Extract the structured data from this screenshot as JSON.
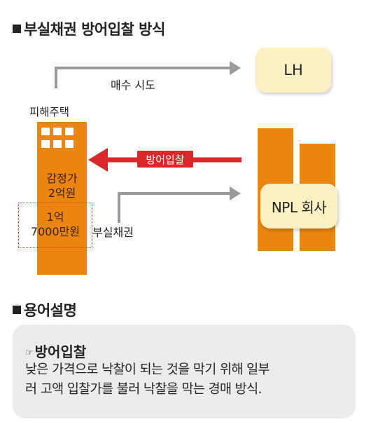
{
  "sections": {
    "method_title": "부실채권 방어입찰 방식",
    "glossary_title": "용어설명"
  },
  "diagram": {
    "lh_label": "LH",
    "purchase_attempt_label": "매수 시도",
    "victim_house_label": "피해주택",
    "appraisal_label": "감정가",
    "appraisal_value": "2억원",
    "debt_value_line1": "1억",
    "debt_value_line2": "7000만원",
    "defensive_bid_label": "방어입찰",
    "npl_label": "NPL 회사",
    "bad_debt_label": "부실채권"
  },
  "glossary": {
    "term": "방어입찰",
    "line1": "낮은 가격으로 낙찰이 되는 것을 막기 위해 일부",
    "line2": "러 고액 입찰가를 불러 낙찰을 막는 경매 방식."
  },
  "colors": {
    "building_orange": "#ec8410",
    "box_yellow": "#fdf1c4",
    "arrow_red": "#d8282a",
    "arrow_gray": "#9a9a9a",
    "glossary_bg": "#ececec"
  }
}
